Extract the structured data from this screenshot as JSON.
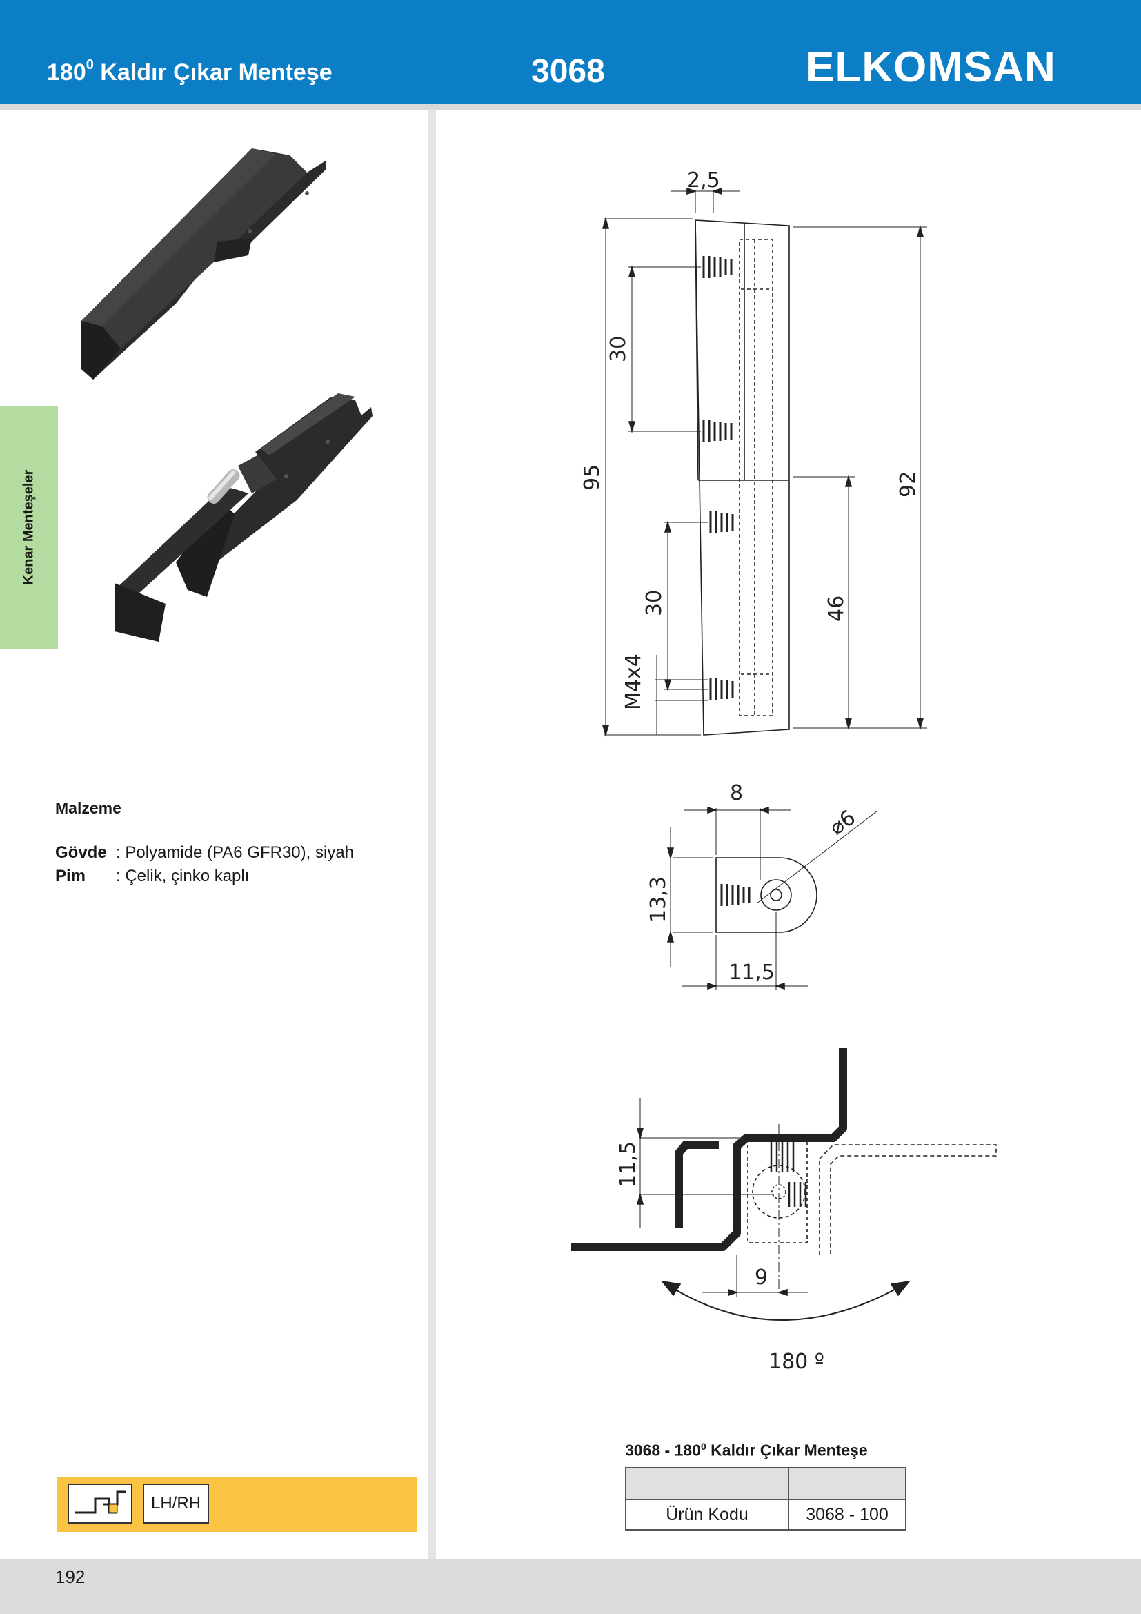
{
  "header": {
    "title_prefix": "180",
    "title_sup": "0",
    "title_rest": " Kaldır Çıkar Menteşe",
    "code": "3068",
    "brand": "ELKOMSAN"
  },
  "sidebar": {
    "label": "Kenar Menteşeler"
  },
  "material": {
    "title": "Malzeme",
    "rows": [
      {
        "key": "Gövde",
        "value": ": Polyamide (PA6 GFR30), siyah"
      },
      {
        "key": "Pim",
        "value": ": Çelik, çinko kaplı"
      }
    ]
  },
  "handedness": {
    "label": "LH/RH"
  },
  "drawing": {
    "front": {
      "dim_top": "2,5",
      "dim_left_upper": "30",
      "dim_overall_left": "95",
      "dim_left_lower": "30",
      "thread": "M4x4",
      "dim_lower_right": "46",
      "dim_overall_right": "92"
    },
    "section": {
      "dim_width": "8",
      "dim_pin": "⌀6",
      "dim_height": "13,3",
      "dim_depth": "11,5"
    },
    "mount": {
      "dim_offset": "11,5",
      "dim_axis": "9",
      "angle": "180 º"
    }
  },
  "table": {
    "title_prefix": "3068 - 180",
    "title_sup": "0",
    "title_rest": " Kaldır Çıkar Menteşe",
    "header": [
      "",
      ""
    ],
    "rows": [
      {
        "label": "Ürün Kodu",
        "value": "3068 - 100"
      }
    ]
  },
  "footer": {
    "page_number": "192"
  },
  "colors": {
    "header_blue": "#0b7ec6",
    "side_green": "#b5dca0",
    "accent_yellow": "#fbc344",
    "footer_gray": "#dcdcdc"
  }
}
